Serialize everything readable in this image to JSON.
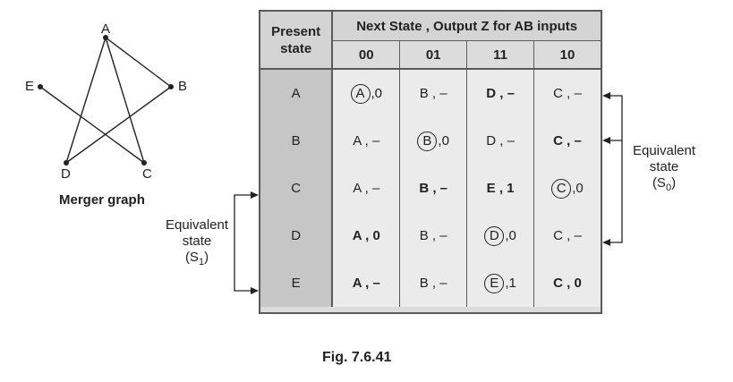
{
  "merger_graph": {
    "nodes": [
      {
        "id": "A",
        "label": "A"
      },
      {
        "id": "B",
        "label": "B"
      },
      {
        "id": "C",
        "label": "C"
      },
      {
        "id": "D",
        "label": "D"
      },
      {
        "id": "E",
        "label": "E"
      }
    ],
    "edges": [
      [
        "A",
        "B"
      ],
      [
        "A",
        "D"
      ],
      [
        "A",
        "C"
      ],
      [
        "E",
        "C"
      ],
      [
        "D",
        "B"
      ]
    ],
    "caption": "Merger graph"
  },
  "table": {
    "present_header": "Present state",
    "next_header": "Next State , Output Z for AB inputs",
    "columns": [
      "00",
      "01",
      "11",
      "10"
    ],
    "rows": [
      {
        "state": "A",
        "cells": [
          {
            "next": "A",
            "out": "0",
            "circled": true,
            "bold": false
          },
          {
            "next": "B",
            "out": "–",
            "circled": false,
            "bold": false
          },
          {
            "next": "D",
            "out": "–",
            "circled": false,
            "bold": true
          },
          {
            "next": "C",
            "out": "–",
            "circled": false,
            "bold": false
          }
        ]
      },
      {
        "state": "B",
        "cells": [
          {
            "next": "A",
            "out": "–",
            "circled": false,
            "bold": false
          },
          {
            "next": "B",
            "out": "0",
            "circled": true,
            "bold": false
          },
          {
            "next": "D",
            "out": "–",
            "circled": false,
            "bold": false
          },
          {
            "next": "C",
            "out": "–",
            "circled": false,
            "bold": true
          }
        ]
      },
      {
        "state": "C",
        "cells": [
          {
            "next": "A",
            "out": "–",
            "circled": false,
            "bold": false
          },
          {
            "next": "B",
            "out": "–",
            "circled": false,
            "bold": true
          },
          {
            "next": "E",
            "out": "1",
            "circled": false,
            "bold": true
          },
          {
            "next": "C",
            "out": "0",
            "circled": true,
            "bold": false
          }
        ]
      },
      {
        "state": "D",
        "cells": [
          {
            "next": "A",
            "out": "0",
            "circled": false,
            "bold": true
          },
          {
            "next": "B",
            "out": "–",
            "circled": false,
            "bold": false
          },
          {
            "next": "D",
            "out": "0",
            "circled": true,
            "bold": false
          },
          {
            "next": "C",
            "out": "–",
            "circled": false,
            "bold": false
          }
        ]
      },
      {
        "state": "E",
        "cells": [
          {
            "next": "A",
            "out": "–",
            "circled": false,
            "bold": true
          },
          {
            "next": "B",
            "out": "–",
            "circled": false,
            "bold": false
          },
          {
            "next": "E",
            "out": "1",
            "circled": true,
            "bold": false
          },
          {
            "next": "C",
            "out": "0",
            "circled": false,
            "bold": true
          }
        ]
      }
    ]
  },
  "equivalent_left": {
    "line1": "Equivalent",
    "line2": "state",
    "line3": "(S",
    "sub": "1",
    "line3_end": ")"
  },
  "equivalent_right": {
    "line1": "Equivalent",
    "line2": "state",
    "line3": "(S",
    "sub": "0",
    "line3_end": ")"
  },
  "figure_caption": "Fig. 7.6.41"
}
